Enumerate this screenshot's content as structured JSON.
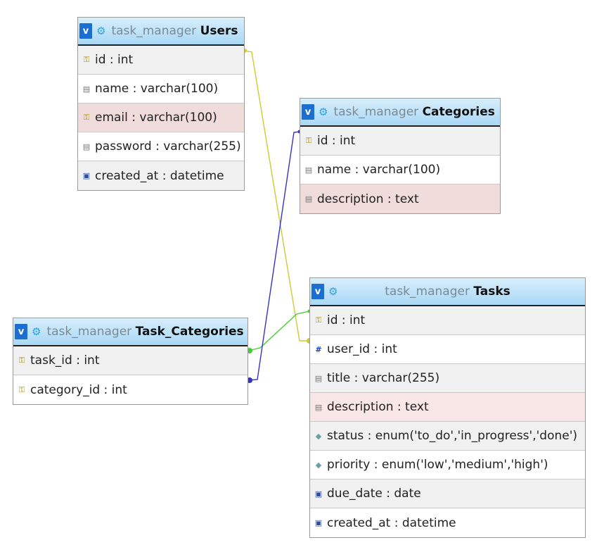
{
  "tables": {
    "users": {
      "toggle": "v",
      "db": "task_manager",
      "name": "Users",
      "fields": [
        {
          "icon": "key-icon",
          "text": "id : int"
        },
        {
          "icon": "column-icon",
          "text": "name : varchar(100)"
        },
        {
          "icon": "key-icon",
          "text": "email : varchar(100)"
        },
        {
          "icon": "column-icon",
          "text": "password : varchar(255)"
        },
        {
          "icon": "datetime-icon",
          "text": "created_at : datetime"
        }
      ]
    },
    "categories": {
      "toggle": "v",
      "db": "task_manager",
      "name": "Categories",
      "fields": [
        {
          "icon": "key-icon",
          "text": "id : int"
        },
        {
          "icon": "column-icon",
          "text": "name : varchar(100)"
        },
        {
          "icon": "column-icon",
          "text": "description : text"
        }
      ]
    },
    "task_categories": {
      "toggle": "v",
      "db": "task_manager",
      "name": "Task_Categories",
      "fields": [
        {
          "icon": "key-icon",
          "text": "task_id : int"
        },
        {
          "icon": "key-icon",
          "text": "category_id : int"
        }
      ]
    },
    "tasks": {
      "toggle": "v",
      "db": "task_manager",
      "name": "Tasks",
      "fields": [
        {
          "icon": "key-icon",
          "text": "id : int"
        },
        {
          "icon": "number-icon",
          "text": "user_id : int"
        },
        {
          "icon": "column-icon",
          "text": "title : varchar(255)"
        },
        {
          "icon": "column-icon",
          "text": "description : text"
        },
        {
          "icon": "enum-icon",
          "text": "status : enum('to_do','in_progress','done')"
        },
        {
          "icon": "enum-icon",
          "text": "priority : enum('low','medium','high')"
        },
        {
          "icon": "date-icon",
          "text": "due_date : date"
        },
        {
          "icon": "datetime-icon",
          "text": "created_at : datetime"
        }
      ]
    }
  },
  "relations": [
    {
      "from": "Tasks.user_id",
      "to": "Users.id",
      "color": "#cccc33"
    },
    {
      "from": "Task_Categories.task_id",
      "to": "Tasks.id",
      "color": "#44cc33"
    },
    {
      "from": "Task_Categories.category_id",
      "to": "Categories.id",
      "color": "#3333cc"
    }
  ],
  "colors": {
    "header_gradient_top": "#d8eefb",
    "header_gradient_bottom": "#a9d8f6",
    "toggle_blue": "#1c6fd1",
    "row_grey": "#f1f1f1",
    "row_pink": "#f1dcdc"
  }
}
